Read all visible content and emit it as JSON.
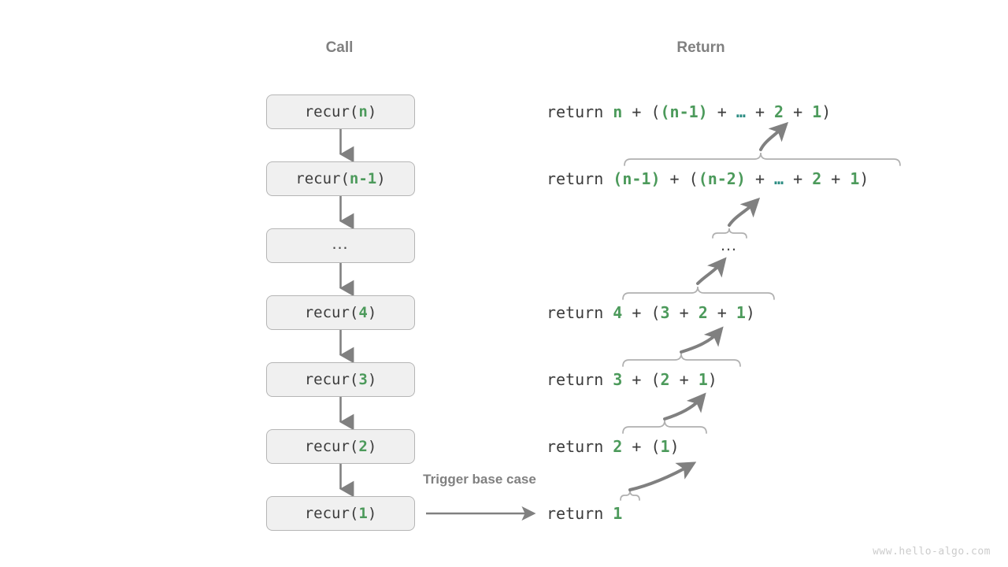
{
  "headers": {
    "call": "Call",
    "return": "Return"
  },
  "colors": {
    "box_fill": "#f0f0f0",
    "box_border": "#b5b5b5",
    "arrow": "#808080",
    "brace": "#b0b0b0",
    "green": "#4c9a5b",
    "teal": "#2b8c82",
    "text": "#3c3c3c",
    "heading": "#808080",
    "watermark": "#cccccc"
  },
  "call_stack": [
    {
      "prefix": "recur(",
      "arg": "n",
      "suffix": ")",
      "is_ellipsis": false,
      "text": "recur(n)"
    },
    {
      "prefix": "recur(",
      "arg": "n-1",
      "suffix": ")",
      "is_ellipsis": false,
      "text": "recur(n-1)"
    },
    {
      "prefix": "",
      "arg": "…",
      "suffix": "",
      "is_ellipsis": true,
      "text": "…"
    },
    {
      "prefix": "recur(",
      "arg": "4",
      "suffix": ")",
      "is_ellipsis": false,
      "text": "recur(4)"
    },
    {
      "prefix": "recur(",
      "arg": "3",
      "suffix": ")",
      "is_ellipsis": false,
      "text": "recur(3)"
    },
    {
      "prefix": "recur(",
      "arg": "2",
      "suffix": ")",
      "is_ellipsis": false,
      "text": "recur(2)"
    },
    {
      "prefix": "recur(",
      "arg": "1",
      "suffix": ")",
      "is_ellipsis": false,
      "text": "recur(1)"
    }
  ],
  "returns": [
    {
      "keyword": "return ",
      "plain": "n + ((n-1) + … + 2 + 1)",
      "tokens": [
        {
          "t": "n",
          "c": "g"
        },
        {
          "t": " + (",
          "c": "p"
        },
        {
          "t": "(n-1)",
          "c": "g"
        },
        {
          "t": " + ",
          "c": "p"
        },
        {
          "t": "…",
          "c": "t"
        },
        {
          "t": " + ",
          "c": "p"
        },
        {
          "t": "2",
          "c": "g"
        },
        {
          "t": " + ",
          "c": "p"
        },
        {
          "t": "1",
          "c": "g"
        },
        {
          "t": ")",
          "c": "p"
        }
      ]
    },
    {
      "keyword": "return ",
      "plain": "(n-1) + ((n-2) + … + 2 + 1)",
      "tokens": [
        {
          "t": "(n-1)",
          "c": "g"
        },
        {
          "t": " + (",
          "c": "p"
        },
        {
          "t": "(n-2)",
          "c": "g"
        },
        {
          "t": " + ",
          "c": "p"
        },
        {
          "t": "…",
          "c": "t"
        },
        {
          "t": " + ",
          "c": "p"
        },
        {
          "t": "2",
          "c": "g"
        },
        {
          "t": " + ",
          "c": "p"
        },
        {
          "t": "1",
          "c": "g"
        },
        {
          "t": ")",
          "c": "p"
        }
      ]
    },
    {
      "keyword": "return ",
      "plain": "4 + (3 + 2 + 1)",
      "tokens": [
        {
          "t": "4",
          "c": "g"
        },
        {
          "t": " + (",
          "c": "p"
        },
        {
          "t": "3",
          "c": "g"
        },
        {
          "t": " + ",
          "c": "p"
        },
        {
          "t": "2",
          "c": "g"
        },
        {
          "t": " + ",
          "c": "p"
        },
        {
          "t": "1",
          "c": "g"
        },
        {
          "t": ")",
          "c": "p"
        }
      ]
    },
    {
      "keyword": "return ",
      "plain": "3 + (2 + 1)",
      "tokens": [
        {
          "t": "3",
          "c": "g"
        },
        {
          "t": " + (",
          "c": "p"
        },
        {
          "t": "2",
          "c": "g"
        },
        {
          "t": " + ",
          "c": "p"
        },
        {
          "t": "1",
          "c": "g"
        },
        {
          "t": ")",
          "c": "p"
        }
      ]
    },
    {
      "keyword": "return ",
      "plain": "2 + (1)",
      "tokens": [
        {
          "t": "2",
          "c": "g"
        },
        {
          "t": " + (",
          "c": "p"
        },
        {
          "t": "1",
          "c": "g"
        },
        {
          "t": ")",
          "c": "p"
        }
      ]
    },
    {
      "keyword": "return ",
      "plain": "1",
      "tokens": [
        {
          "t": "1",
          "c": "g"
        }
      ]
    }
  ],
  "middle_ellipsis": "…",
  "trigger_label": "Trigger base case",
  "watermark": "www.hello-algo.com"
}
